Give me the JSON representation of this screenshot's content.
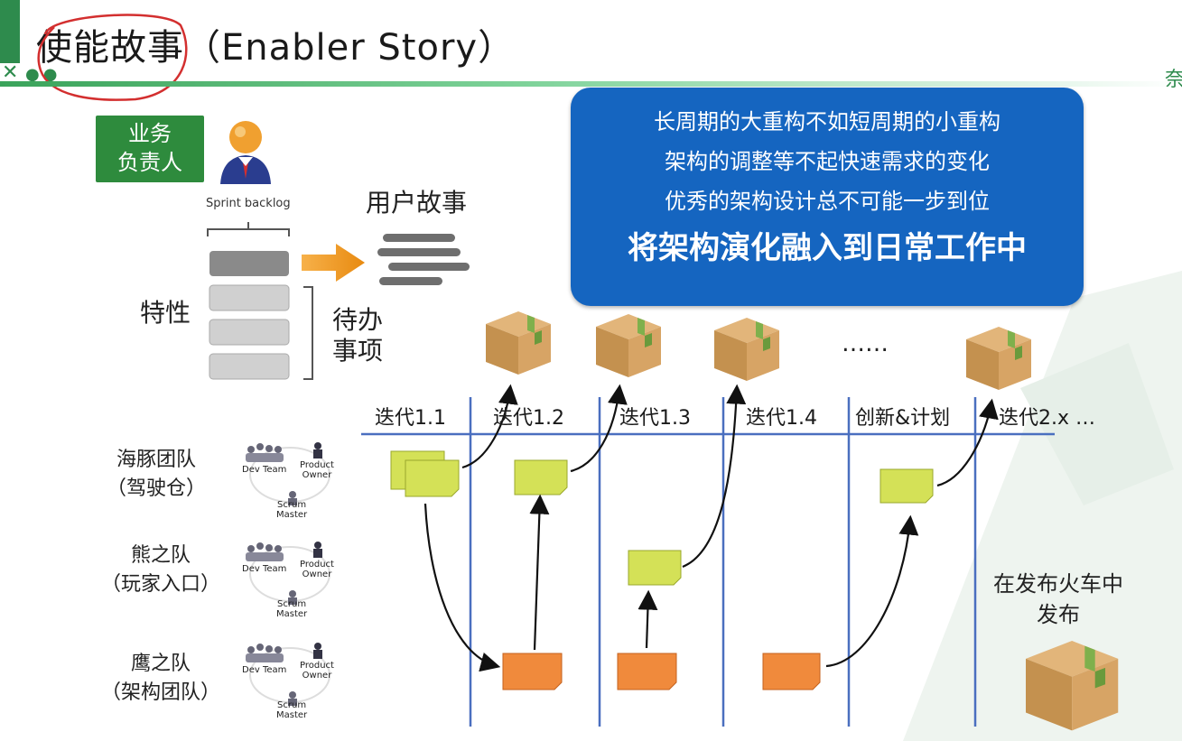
{
  "title": "使能故事（Enabler Story）",
  "business_owner_label": "业务\n负责人",
  "sprint_backlog_label": "Sprint backlog",
  "user_story_label": "用户故事",
  "feature_label": "特性",
  "backlog_items_label": "待办\n事项",
  "callout": {
    "line1": "长周期的大重构不如短周期的小重构",
    "line2": "架构的调整等不起快速需求的变化",
    "line3": "优秀的架构设计总不可能一步到位",
    "line4": "将架构演化融入到日常工作中"
  },
  "ellipsis": "……",
  "iterations": [
    "迭代1.1",
    "迭代1.2",
    "迭代1.3",
    "迭代1.4",
    "创新&计划",
    "迭代2.x …"
  ],
  "teams": [
    {
      "name": "海豚团队\n（驾驶仓）"
    },
    {
      "name": "熊之队\n（玩家入口）"
    },
    {
      "name": "鹰之队\n（架构团队）"
    }
  ],
  "team_roles": {
    "dev": "Dev Team",
    "po": "Product\nOwner",
    "sm": "Scrum\nMaster"
  },
  "release_label": "在发布火车中\n发布",
  "corner_text": "奈",
  "colors": {
    "green": "#2e8b3d",
    "callout_blue": "#1565c0",
    "grid_blue": "#4a6fbf",
    "note_green": "#d4e157",
    "note_orange": "#f08a3c",
    "box_brown": "#c99a5e"
  }
}
